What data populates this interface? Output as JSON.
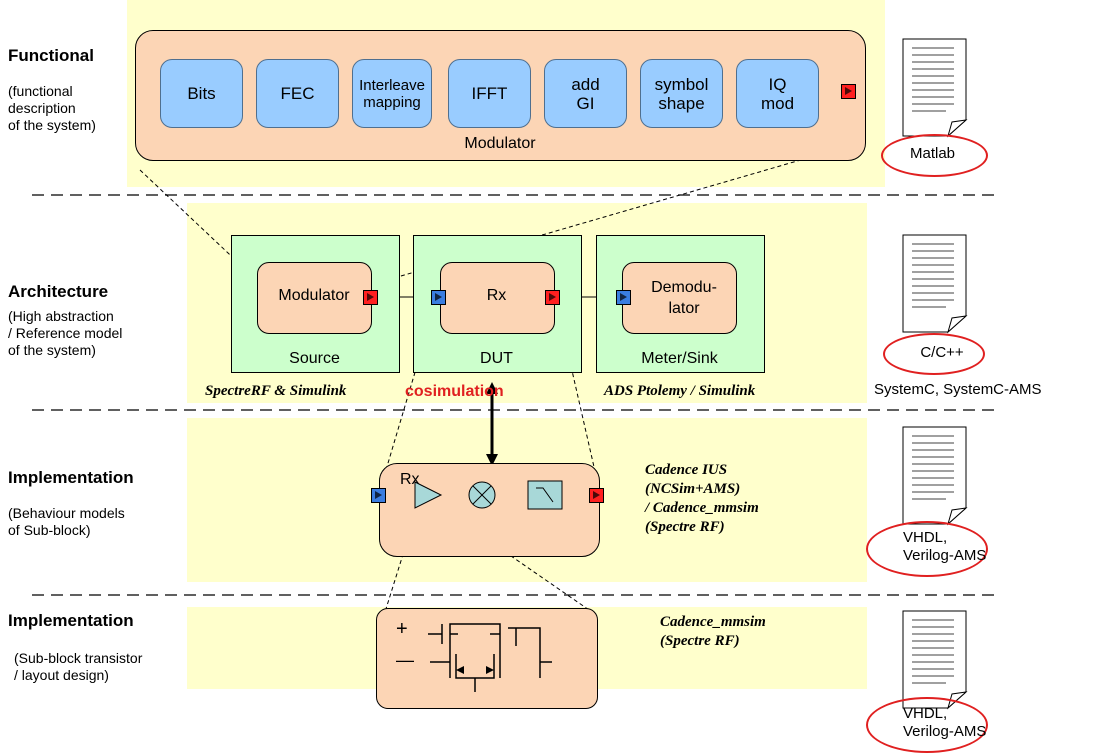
{
  "levels": [
    {
      "title": "Functional",
      "desc": [
        "(functional",
        "description",
        "of the  system)"
      ]
    },
    {
      "title": "Architecture",
      "desc": [
        "(High abstraction",
        "/ Reference model",
        "of the system)"
      ]
    },
    {
      "title": "Implementation",
      "desc": [
        "(Behaviour models",
        "of Sub-block)"
      ]
    },
    {
      "title": "Implementation",
      "desc": [
        "(Sub-block transistor",
        "/ layout design)"
      ]
    }
  ],
  "functional": {
    "blocks": [
      "Bits",
      "FEC",
      "Interleave mapping",
      "IFFT",
      "add GI",
      "symbol shape",
      "IQ mod"
    ],
    "container_label": "Modulator"
  },
  "architecture": {
    "modulator": "Modulator",
    "rx": "Rx",
    "demodulator": "Demodu-\nlator",
    "groups": [
      "Source",
      "DUT",
      "Meter/Sink"
    ],
    "tool_left": "SpectreRF & Simulink",
    "tool_right": "ADS Ptolemy / Simulink",
    "cosim": "cosimulation"
  },
  "behaviour": {
    "rx": "Rx",
    "tools": [
      "Cadence IUS",
      "(NCSim+AMS)",
      "/ Cadence_mmsim",
      "(Spectre RF)"
    ]
  },
  "transistor": {
    "tools": [
      "Cadence_mmsim",
      "(Spectre RF)"
    ],
    "plus": "+",
    "minus": "—"
  },
  "languages": [
    {
      "oval": "Matlab",
      "extra": ""
    },
    {
      "oval": "C/C++",
      "extra": "SystemC, SystemC-AMS"
    },
    {
      "oval": "VHDL,\nVerilog-AMS",
      "extra": ""
    },
    {
      "oval": "VHDL,\nVerilog-AMS",
      "extra": ""
    }
  ],
  "colors": {
    "band": "#ffffcc",
    "orange": "#fcd5b5",
    "blue": "#99ccff",
    "green": "#ccffcc",
    "red": "#ff2020",
    "cosim": "#e02020"
  }
}
